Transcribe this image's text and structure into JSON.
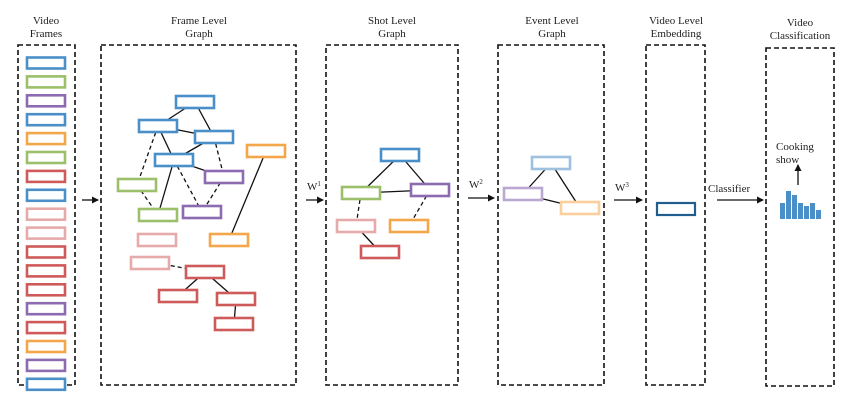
{
  "colors": {
    "blue": "#4a8fc8",
    "green": "#9bbf6a",
    "purple": "#8d6bb0",
    "orange": "#f4a64a",
    "red": "#cf5a5a",
    "pink": "#e6aaaa",
    "light_blue": "#9fc1e0",
    "light_purple": "#bba8d2",
    "light_orange": "#f9cf9b",
    "dark_blue": "#1f5e8e",
    "chart_blue": "#4a8fc8",
    "line": "#111111"
  },
  "headers": {
    "video_frames": [
      "Video",
      "Frames"
    ],
    "frame_graph": [
      "Frame Level",
      "Graph"
    ],
    "shot_graph": [
      "Shot Level",
      "Graph"
    ],
    "event_graph": [
      "Event Level",
      "Graph"
    ],
    "video_embedding": [
      "Video Level",
      "Embedding"
    ],
    "video_classification": [
      "Video",
      "Classification"
    ]
  },
  "weights": [
    "W",
    "W",
    "W"
  ],
  "weight_indices": [
    "1",
    "2",
    "3"
  ],
  "classifier_label": "Classifier",
  "result_label": [
    "Cooking",
    "show"
  ],
  "frame_colors": [
    "blue",
    "green",
    "purple",
    "blue",
    "orange",
    "green",
    "red",
    "blue",
    "pink",
    "pink",
    "red",
    "red",
    "red",
    "purple",
    "red",
    "orange",
    "purple",
    "blue"
  ],
  "icons": [
    "arrow-icon",
    "histogram-icon"
  ]
}
